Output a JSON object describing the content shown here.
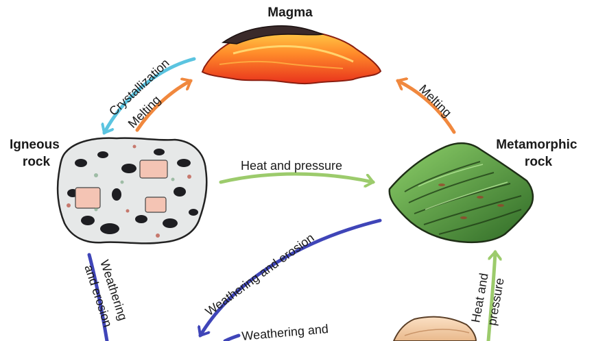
{
  "nodes": {
    "magma": {
      "lines": [
        "Magma"
      ]
    },
    "igneous": {
      "lines": [
        "Igneous",
        "rock"
      ]
    },
    "metamorphic": {
      "lines": [
        "Metamorphic",
        "rock"
      ]
    }
  },
  "arrows": {
    "crystallization": {
      "label": "Crystallization",
      "color": "#5bc4e0"
    },
    "melting_igneous": {
      "label": "Melting",
      "color": "#f0883e"
    },
    "melting_metamorphic": {
      "label": "Melting",
      "color": "#f0883e"
    },
    "heat_pressure_top": {
      "label": "Heat and pressure",
      "color": "#9ccb6c"
    },
    "weathering_center": {
      "label": "Weathering and erosion",
      "color": "#3f45b8"
    },
    "weathering_left": {
      "lines": [
        "Weathering",
        "and erosion"
      ],
      "color": "#3f45b8"
    },
    "weathering_bottom": {
      "label": "Weathering and",
      "color": "#3f45b8"
    },
    "heat_pressure_right": {
      "lines": [
        "Heat and",
        "pressure"
      ],
      "color": "#9ccb6c"
    }
  },
  "colors": {
    "magma_bright": "#ff6a20",
    "magma_crust": "#3a2a2a",
    "igneous_base": "#e6e8e8",
    "metamorphic_base": "#4f8f34",
    "sedimentary_base": "#f3c9a1"
  }
}
